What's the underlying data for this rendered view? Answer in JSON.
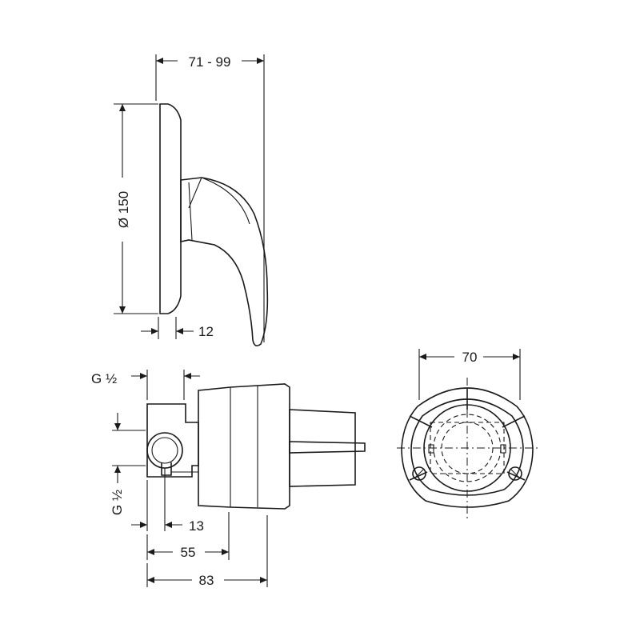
{
  "dimensions": {
    "top_width": "71 - 99",
    "diameter": "Ø 150",
    "offset_12": "12",
    "thread_top": "G ½",
    "thread_side": "G ½",
    "offset_13": "13",
    "depth_55": "55",
    "depth_83": "83",
    "front_width": "70"
  }
}
